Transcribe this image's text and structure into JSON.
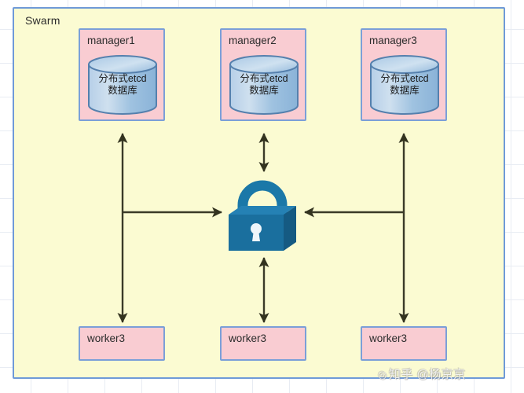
{
  "diagram": {
    "container": {
      "label": "Swarm",
      "fill_color": "#fbfbd2",
      "border_color": "#6f9ad8"
    },
    "node_fill_color": "#f9ccd2",
    "node_border_color": "#7b9fd8",
    "lock_color": "#1b6ea0",
    "lock_top_color": "#2b86b8",
    "lock_side_color": "#155a82",
    "arrow_color": "#3b3b28",
    "managers": [
      {
        "label": "manager1",
        "database": {
          "line1": "分布式etcd",
          "line2": "数据库",
          "icon": "cylinder-database-icon"
        }
      },
      {
        "label": "manager2",
        "database": {
          "line1": "分布式etcd",
          "line2": "数据库",
          "icon": "cylinder-database-icon"
        }
      },
      {
        "label": "manager3",
        "database": {
          "line1": "分布式etcd",
          "line2": "数据库",
          "icon": "cylinder-database-icon"
        }
      }
    ],
    "workers": [
      {
        "label": "worker3"
      },
      {
        "label": "worker3"
      },
      {
        "label": "worker3"
      }
    ],
    "center": {
      "icon": "padlock-icon",
      "label": ""
    },
    "watermark": {
      "text": "知乎 @杨京京",
      "logo": "zhihu-logo-icon"
    }
  }
}
